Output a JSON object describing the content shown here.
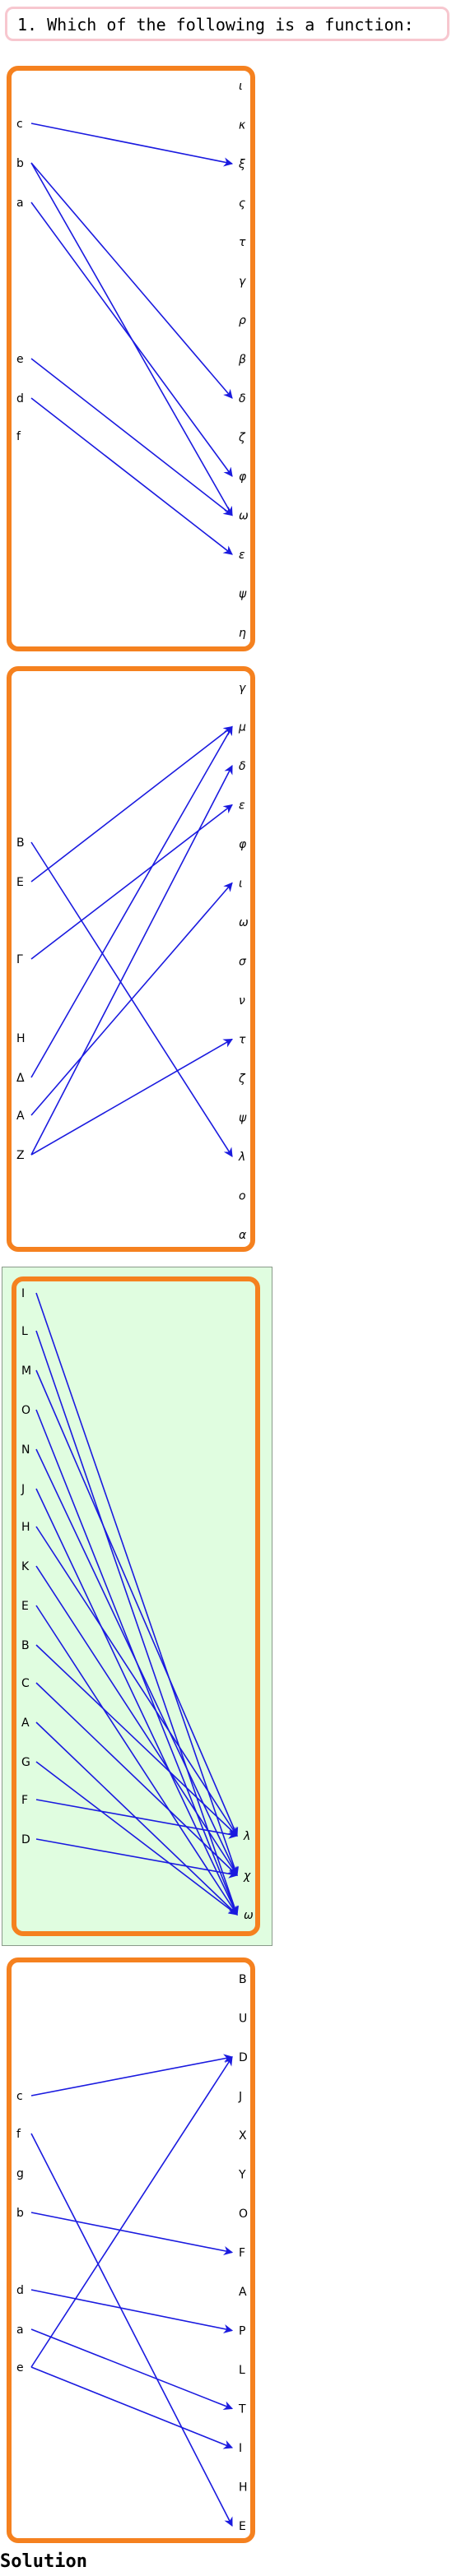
{
  "question": {
    "text": "1. Which of the following is a function:"
  },
  "solution_label": "Solution",
  "colors": {
    "arrow": "#1a1adf",
    "panel_border": "#f5811f",
    "highlight_bg": "#e0fde0",
    "question_border": "#f7c7cf"
  },
  "diagrams": [
    {
      "highlighted": false,
      "left": [
        "c",
        "b",
        "a",
        "e",
        "d",
        "f"
      ],
      "right": [
        "ι",
        "κ",
        "ξ",
        "ς",
        "τ",
        "γ",
        "ρ",
        "β",
        "δ",
        "ζ",
        "φ",
        "ω",
        "ε",
        "ψ",
        "η"
      ],
      "edges": [
        [
          "c",
          "ξ"
        ],
        [
          "b",
          "δ"
        ],
        [
          "b",
          "ω"
        ],
        [
          "a",
          "φ"
        ],
        [
          "e",
          "ω"
        ],
        [
          "d",
          "ε"
        ]
      ]
    },
    {
      "highlighted": false,
      "left": [
        "B",
        "E",
        "Γ",
        "H",
        "Δ",
        "A",
        "Z"
      ],
      "right": [
        "γ",
        "μ",
        "δ",
        "ε",
        "φ",
        "ι",
        "ω",
        "σ",
        "ν",
        "τ",
        "ζ",
        "ψ",
        "λ",
        "ο",
        "α"
      ],
      "edges": [
        [
          "B",
          "λ"
        ],
        [
          "E",
          "μ"
        ],
        [
          "Γ",
          "ε"
        ],
        [
          "Δ",
          "μ"
        ],
        [
          "A",
          "ι"
        ],
        [
          "Z",
          "δ"
        ],
        [
          "Z",
          "τ"
        ]
      ]
    },
    {
      "highlighted": true,
      "left": [
        "I",
        "L",
        "M",
        "O",
        "N",
        "J",
        "H",
        "K",
        "E",
        "B",
        "C",
        "A",
        "G",
        "F",
        "D"
      ],
      "right": [
        "λ",
        "χ",
        "ω"
      ],
      "edges": [
        [
          "I",
          "χ"
        ],
        [
          "L",
          "ω"
        ],
        [
          "M",
          "λ"
        ],
        [
          "O",
          "ω"
        ],
        [
          "N",
          "χ"
        ],
        [
          "J",
          "ω"
        ],
        [
          "H",
          "λ"
        ],
        [
          "K",
          "χ"
        ],
        [
          "E",
          "ω"
        ],
        [
          "B",
          "λ"
        ],
        [
          "C",
          "χ"
        ],
        [
          "A",
          "ω"
        ],
        [
          "G",
          "ω"
        ],
        [
          "F",
          "λ"
        ],
        [
          "D",
          "χ"
        ]
      ]
    },
    {
      "highlighted": false,
      "left": [
        "c",
        "f",
        "g",
        "b",
        "d",
        "a",
        "e"
      ],
      "right": [
        "B",
        "U",
        "D",
        "J",
        "X",
        "Y",
        "O",
        "F",
        "A",
        "P",
        "L",
        "T",
        "I",
        "H",
        "E"
      ],
      "edges": [
        [
          "c",
          "D"
        ],
        [
          "f",
          "E"
        ],
        [
          "b",
          "F"
        ],
        [
          "d",
          "P"
        ],
        [
          "a",
          "T"
        ],
        [
          "e",
          "D"
        ],
        [
          "e",
          "I"
        ]
      ]
    }
  ]
}
